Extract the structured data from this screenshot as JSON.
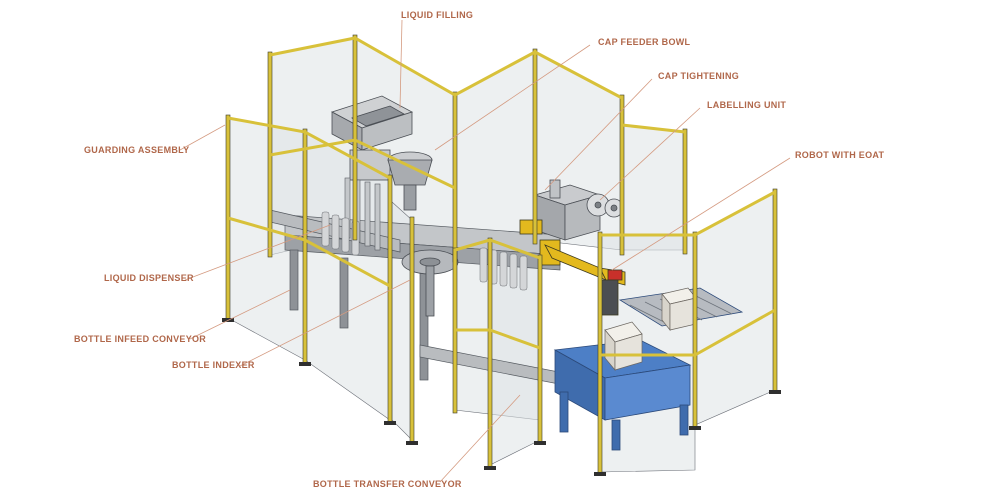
{
  "colors": {
    "label_text": "#b0674a",
    "leader_line": "#d49a80",
    "frame_yellow": "#d8c13a",
    "frame_outline": "#3a3a2a",
    "panel_fill": "#dfe3e6",
    "machine_grey": "#b9bcbf",
    "robot_yellow": "#e3b91e",
    "conveyor_blue": "#4d7fc6",
    "box_tan": "#e9e6df"
  },
  "labels": {
    "liquid_filling": "LIQUID FILLING",
    "cap_feeder_bowl": "CAP FEEDER BOWL",
    "cap_tightening": "CAP TIGHTENING",
    "labelling_unit": "LABELLING UNIT",
    "guarding_assembly": "GUARDING ASSEMBLY",
    "robot_with_eoat": "ROBOT WITH EOAT",
    "liquid_dispenser": "LIQUID DISPENSER",
    "bottle_infeed_conveyor": "BOTTLE INFEED CONVEYOR",
    "bottle_indexer": "BOTTLE INDEXER",
    "bottle_transfer_conveyor": "BOTTLE TRANSFER CONVEYOR"
  }
}
